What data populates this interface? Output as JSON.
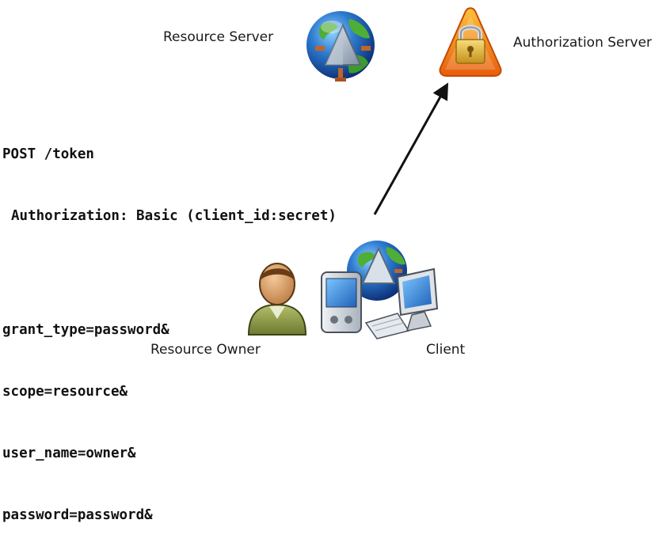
{
  "nodes": {
    "resource_server": {
      "label": "Resource Server",
      "icon": "globe-server-icon"
    },
    "authorization_server": {
      "label": "Authorization Server",
      "icon": "padlock-warning-icon"
    },
    "resource_owner": {
      "label": "Resource Owner",
      "icon": "user-icon"
    },
    "client": {
      "label": "Client",
      "icon": "client-devices-icon"
    }
  },
  "request": {
    "method_line": "POST /token",
    "auth_header": "Authorization: Basic (client_id:secret)",
    "params": [
      "grant_type=password&",
      "scope=resource&",
      "user_name=owner&",
      "password=password&"
    ]
  },
  "arrow": {
    "from": "client",
    "to": "authorization_server"
  },
  "colors": {
    "globe_blue": "#1f5fb5",
    "globe_green": "#3f9a2c",
    "server_gray": "#9aa8b6",
    "warning_orange": "#f28a0f",
    "lock_gold": "#e8b83a",
    "user_brown": "#8a5a2e",
    "user_shirt": "#8a9a4a",
    "monitor_blue": "#2f7fd4"
  }
}
